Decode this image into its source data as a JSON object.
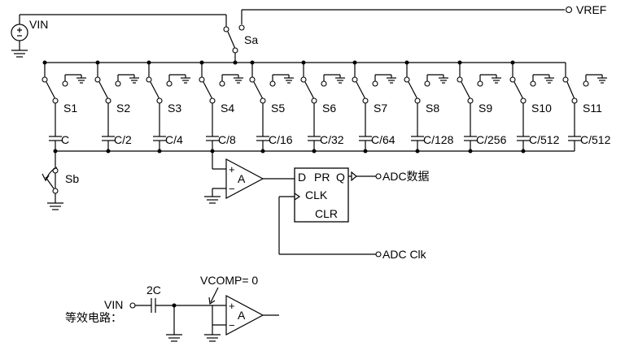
{
  "labels": {
    "vin_top": "VIN",
    "vref": "VREF",
    "sa": "Sa",
    "sb": "Sb",
    "switches": [
      "S1",
      "S2",
      "S3",
      "S4",
      "S5",
      "S6",
      "S7",
      "S8",
      "S9",
      "S10",
      "S11"
    ],
    "capacitors": [
      "C",
      "C/2",
      "C/4",
      "C/8",
      "C/16",
      "C/32",
      "C/64",
      "C/128",
      "C/256",
      "C/512",
      "C/512"
    ],
    "amp": "A",
    "plus": "+",
    "minus": "−",
    "ff_d": "D",
    "ff_pr": "PR",
    "ff_q": "Q",
    "ff_clk": "CLK",
    "ff_clr": "CLR",
    "adc_data": "ADC数据",
    "adc_clk": "ADC Clk",
    "eq_vin": "VIN",
    "eq_cap": "2C",
    "eq_vcomp": "VCOMP= 0",
    "eq_caption": "等效电路：",
    "eq_amp": "A",
    "eq_plus": "+",
    "eq_minus": "−"
  }
}
